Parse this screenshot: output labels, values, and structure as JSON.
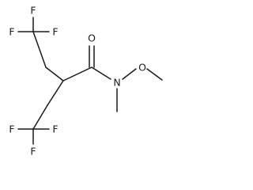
{
  "molecule": {
    "atoms": {
      "f_top_left": "F",
      "f_top_mid": "F",
      "f_top_right": "F",
      "f_bot_left": "F",
      "f_bot_mid": "F",
      "f_bot_right": "F",
      "o_carbonyl": "O",
      "n_amide": "N",
      "o_methoxy": "O"
    }
  }
}
